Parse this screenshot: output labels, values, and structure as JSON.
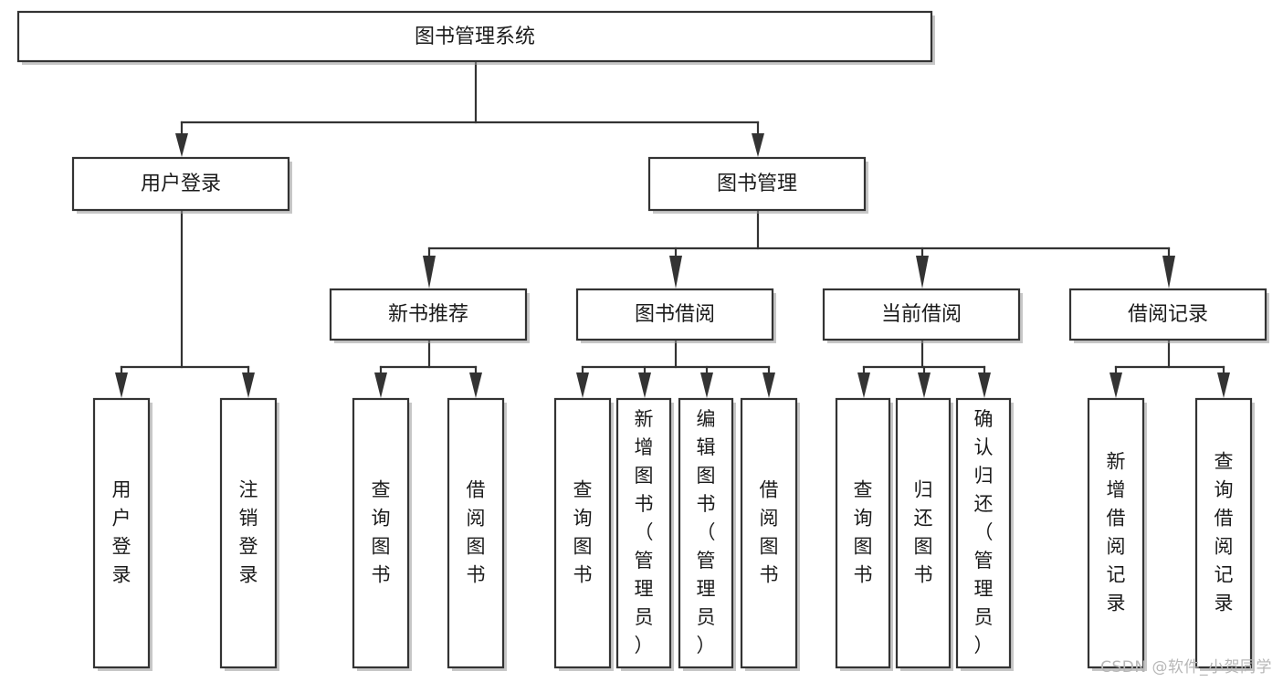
{
  "diagram": {
    "type": "tree-hierarchy",
    "title": "图书管理系统",
    "watermark": "CSDN @软件_小贺同学",
    "colors": {
      "box_stroke": "#333333",
      "box_fill": "#ffffff",
      "text": "#1b1b1b",
      "background": "#ffffff",
      "watermark": "#b7b7b7"
    },
    "levels": [
      {
        "level": 1,
        "nodes": [
          {
            "id": "root",
            "label": "图书管理系统",
            "orientation": "horizontal"
          }
        ]
      },
      {
        "level": 2,
        "nodes": [
          {
            "id": "login",
            "label": "用户登录",
            "orientation": "horizontal",
            "parent": "root"
          },
          {
            "id": "bookmgmt",
            "label": "图书管理",
            "orientation": "horizontal",
            "parent": "root"
          }
        ]
      },
      {
        "level": 3,
        "nodes": [
          {
            "id": "newbook",
            "label": "新书推荐",
            "orientation": "horizontal",
            "parent": "bookmgmt"
          },
          {
            "id": "borrow",
            "label": "图书借阅",
            "orientation": "horizontal",
            "parent": "bookmgmt"
          },
          {
            "id": "current",
            "label": "当前借阅",
            "orientation": "horizontal",
            "parent": "bookmgmt"
          },
          {
            "id": "records",
            "label": "借阅记录",
            "orientation": "horizontal",
            "parent": "bookmgmt"
          }
        ]
      },
      {
        "level": 4,
        "nodes": [
          {
            "id": "leaf1",
            "label": "用户登录",
            "orientation": "vertical",
            "parent": "login"
          },
          {
            "id": "leaf2",
            "label": "注销登录",
            "orientation": "vertical",
            "parent": "login"
          },
          {
            "id": "leaf3",
            "label": "查询图书",
            "orientation": "vertical",
            "parent": "newbook"
          },
          {
            "id": "leaf4",
            "label": "借阅图书",
            "orientation": "vertical",
            "parent": "newbook"
          },
          {
            "id": "leaf5",
            "label": "查询图书",
            "orientation": "vertical",
            "parent": "borrow"
          },
          {
            "id": "leaf6",
            "label": "新增图书（管理员）",
            "orientation": "vertical",
            "parent": "borrow"
          },
          {
            "id": "leaf7",
            "label": "编辑图书（管理员）",
            "orientation": "vertical",
            "parent": "borrow"
          },
          {
            "id": "leaf8",
            "label": "借阅图书",
            "orientation": "vertical",
            "parent": "borrow"
          },
          {
            "id": "leaf9",
            "label": "查询图书",
            "orientation": "vertical",
            "parent": "current"
          },
          {
            "id": "leaf10",
            "label": "归还图书",
            "orientation": "vertical",
            "parent": "current"
          },
          {
            "id": "leaf11",
            "label": "确认归还（管理员）",
            "orientation": "vertical",
            "parent": "current"
          },
          {
            "id": "leaf12",
            "label": "新增借阅记录",
            "orientation": "vertical",
            "parent": "records"
          },
          {
            "id": "leaf13",
            "label": "查询借阅记录",
            "orientation": "vertical",
            "parent": "records"
          }
        ]
      }
    ]
  }
}
